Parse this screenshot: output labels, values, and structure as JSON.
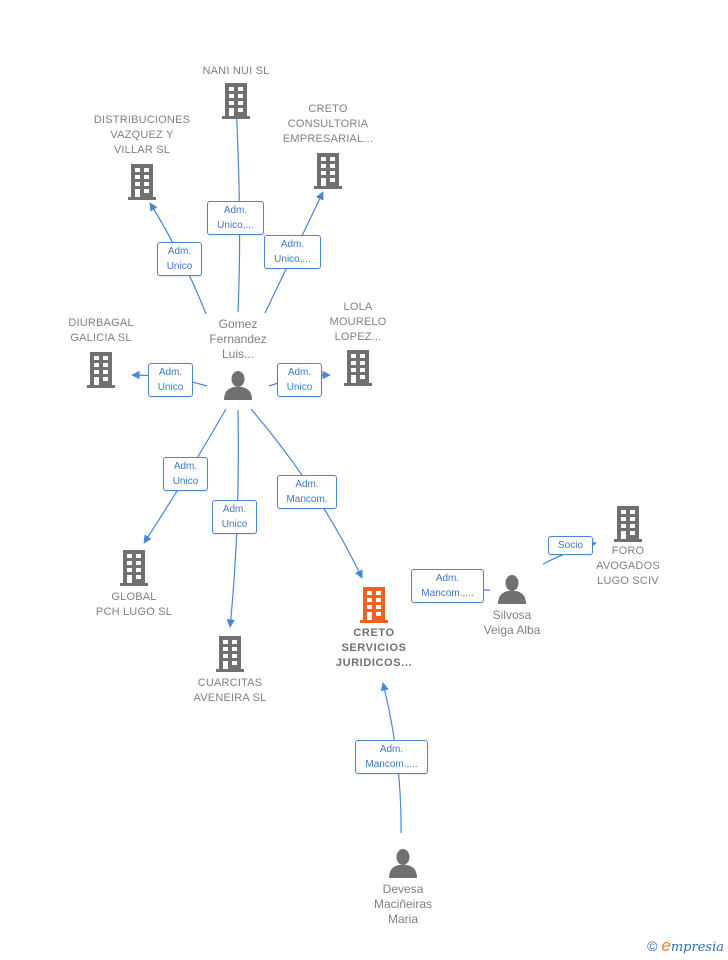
{
  "colors": {
    "edge": "#4a86d8",
    "node_gray": "#707070",
    "focus_orange": "#f26122"
  },
  "nodes": [
    {
      "id": "nani",
      "type": "company",
      "label": "NANI NUI  SL"
    },
    {
      "id": "distrib",
      "type": "company",
      "label": "DISTRIBUCIONES\nVAZQUEZ Y\nVILLAR  SL"
    },
    {
      "id": "creto_cons",
      "type": "company",
      "label": "CRETO\nCONSULTORIA\nEMPRESARIAL..."
    },
    {
      "id": "diurbagal",
      "type": "company",
      "label": "DIURBAGAL\nGALICIA SL"
    },
    {
      "id": "gomez",
      "type": "person",
      "label": "Gomez\nFernandez\nLuis..."
    },
    {
      "id": "lola",
      "type": "company",
      "label": "LOLA\nMOURELO\nLOPEZ..."
    },
    {
      "id": "global",
      "type": "company",
      "label": "GLOBAL\nPCH LUGO  SL"
    },
    {
      "id": "cuarcitas",
      "type": "company",
      "label": "CUARCITAS\nAVENEIRA  SL"
    },
    {
      "id": "creto_serv",
      "type": "focus",
      "label": "CRETO\nSERVICIOS\nJURIDICOS..."
    },
    {
      "id": "silvosa",
      "type": "person",
      "label": "Silvosa\nVeiga Alba"
    },
    {
      "id": "foro",
      "type": "company",
      "label": "FORO\nAVOGADOS\nLUGO SCIV"
    },
    {
      "id": "devesa",
      "type": "person",
      "label": "Devesa\nMaciñeiras\nMaria"
    }
  ],
  "edges": [
    {
      "from": "gomez",
      "to": "nani",
      "label": "Adm.\nUnico,..."
    },
    {
      "from": "gomez",
      "to": "distrib",
      "label": "Adm.\nUnico"
    },
    {
      "from": "gomez",
      "to": "creto_cons",
      "label": "Adm.\nUnico,..."
    },
    {
      "from": "gomez",
      "to": "diurbagal",
      "label": "Adm.\nUnico"
    },
    {
      "from": "gomez",
      "to": "lola",
      "label": "Adm.\nUnico"
    },
    {
      "from": "gomez",
      "to": "global",
      "label": "Adm.\nUnico"
    },
    {
      "from": "gomez",
      "to": "cuarcitas",
      "label": "Adm.\nUnico"
    },
    {
      "from": "gomez",
      "to": "creto_serv",
      "label": "Adm.\nMancom."
    },
    {
      "from": "silvosa",
      "to": "creto_serv",
      "label": "Adm.\nMancom.,..."
    },
    {
      "from": "silvosa",
      "to": "foro",
      "label": "Socio"
    },
    {
      "from": "devesa",
      "to": "creto_serv",
      "label": "Adm.\nMancom.,..."
    }
  ],
  "footer": {
    "copyright_symbol": "©",
    "brand_initial": "e",
    "brand_rest": "mpresia"
  }
}
